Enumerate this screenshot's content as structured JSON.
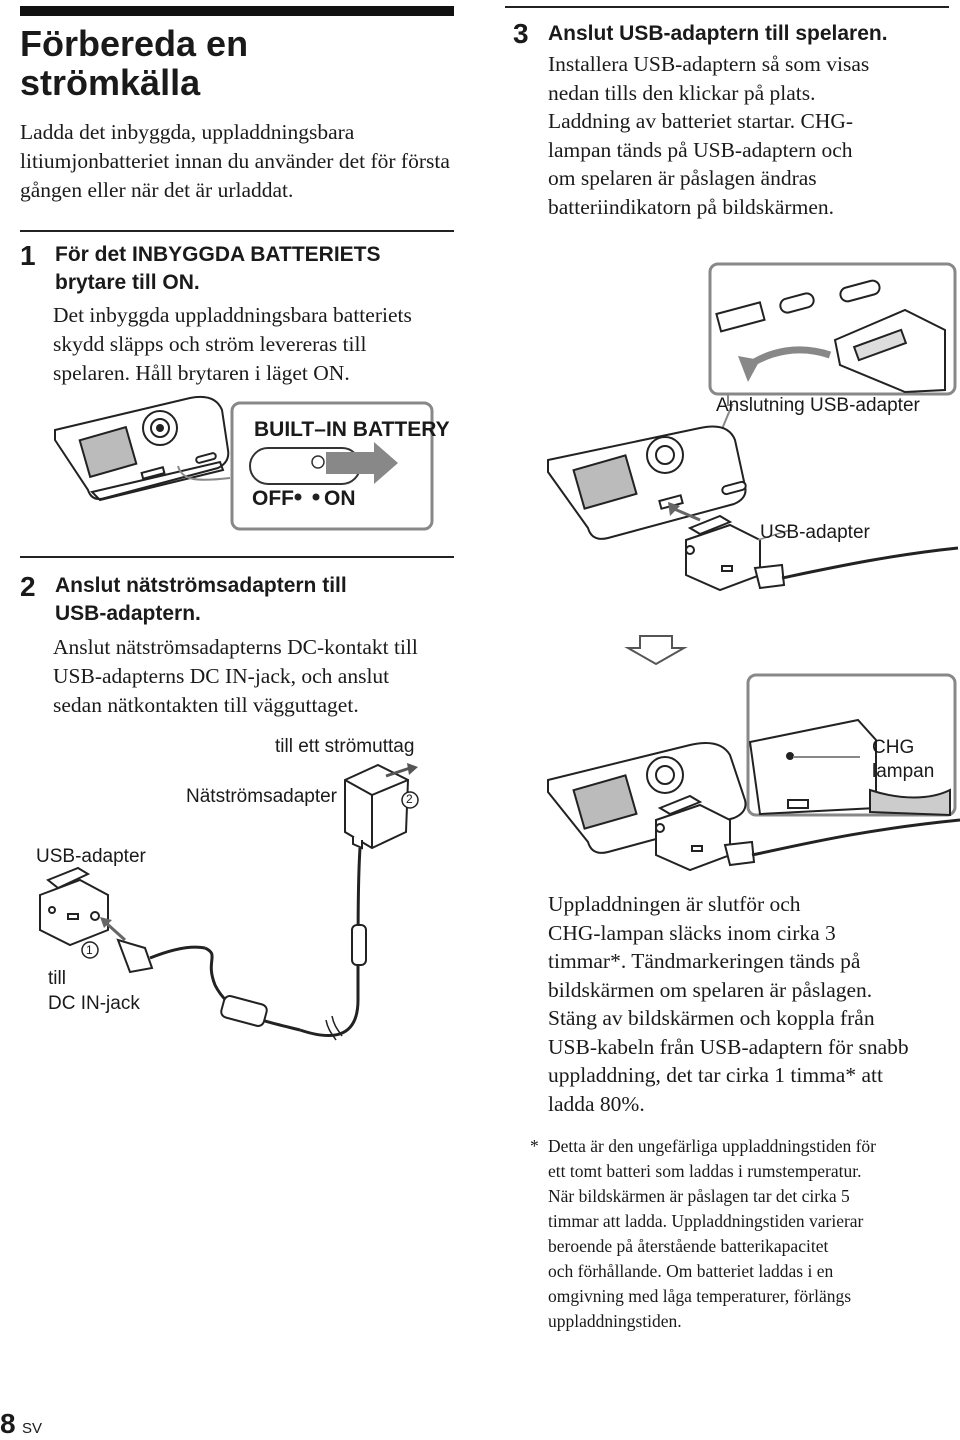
{
  "page": {
    "title_line1": "Förbereda en",
    "title_line2": "strömkälla",
    "intro": "Ladda det inbyggda, uppladdningsbara litiumjonbatteriet innan du använder det för första gången eller när det är urladdat.",
    "page_number": "8",
    "page_lang": "SV"
  },
  "steps": [
    {
      "number": "1",
      "heading_line1": "För det INBYGGDA BATTERIETS",
      "heading_line2": "brytare till ON.",
      "body_line1": "Det inbyggda uppladdningsbara batteriets",
      "body_line2": "skydd släpps och ström levereras till",
      "body_line3": "spelaren. Håll brytaren i läget ON."
    },
    {
      "number": "2",
      "heading_line1": "Anslut nätströmsadaptern till",
      "heading_line2": "USB-adaptern.",
      "body_line1": "Anslut nätströmsadapterns DC-kontakt till",
      "body_line2": "USB-adapterns DC IN-jack, och anslut",
      "body_line3": "sedan nätkontakten till vägguttaget."
    },
    {
      "number": "3",
      "heading_line1": "Anslut USB-adaptern till spelaren.",
      "body_line1": "Installera USB-adaptern så som visas",
      "body_line2": "nedan tills den klickar på plats.",
      "body_line3": "Laddning av batteriet startar. CHG-",
      "body_line4": "lampan tänds på USB-adaptern och",
      "body_line5": "om spelaren är påslagen ändras",
      "body_line6": "batteriindikatorn på bildskärmen."
    }
  ],
  "figures": {
    "battery_switch_title": "BUILT–IN BATTERY",
    "battery_switch_off": "OFF",
    "battery_switch_on": "ON",
    "to_outlet": "till ett strömuttag",
    "ac_adapter": "Nätströmsadapter",
    "callout_2": "2",
    "usb_adapter_left": "USB-adapter",
    "callout_1": "1",
    "to_dc_in_line1": "till",
    "to_dc_in_line2": "DC IN-jack",
    "usb_adapter_connection": "Anslutning USB-adapter",
    "usb_adapter_right": "USB-adapter",
    "chg_lamp_line1": "CHG",
    "chg_lamp_line2": "lampan"
  },
  "completion": {
    "line1": "Uppladdningen är slutför och",
    "line2": "CHG-lampan släcks inom cirka 3",
    "line3": "timmar*. Tändmarkeringen tänds på",
    "line4": "bildskärmen om spelaren är påslagen.",
    "line5": "Stäng av bildskärmen och koppla från",
    "line6": "USB-kabeln från USB-adaptern för snabb",
    "line7": "uppladdning, det tar cirka 1 timma* att",
    "line8": "ladda 80%."
  },
  "footnote": {
    "mark": "*",
    "line1": "Detta är den ungefärliga uppladdningstiden för",
    "line2": "ett tomt batteri som laddas i rumstemperatur.",
    "line3": "När bildskärmen är påslagen tar det cirka 5",
    "line4": "timmar att ladda. Uppladdningstiden varierar",
    "line5": "beroende på återstående batterikapacitet",
    "line6": "och förhållande. Om batteriet laddas i en",
    "line7": "omgivning med låga temperaturer, förlängs",
    "line8": "uppladdningstiden."
  }
}
